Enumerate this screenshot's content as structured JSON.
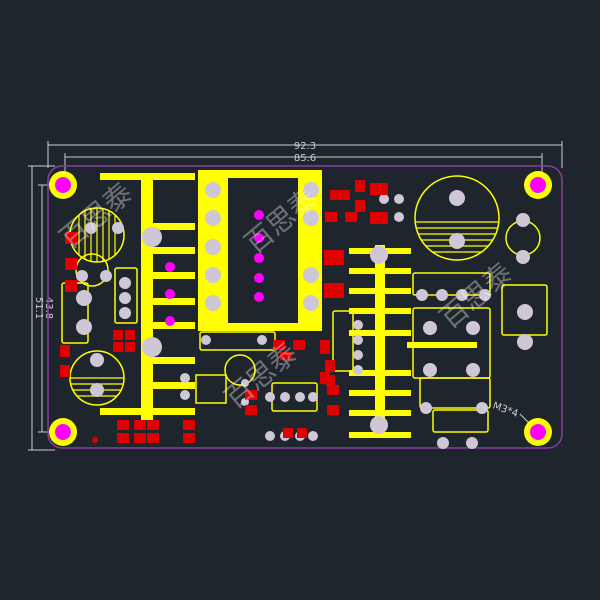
{
  "dimensions": {
    "outer_width": "92.3",
    "hole_width": "85.6",
    "outer_height": "51.1",
    "hole_height": "43.8",
    "mount_hole_label": "M3*4"
  },
  "watermark": "百思泰",
  "colors": {
    "background": "#1f252d",
    "board_outline": "#8a3f9e",
    "silkscreen": "#ffff00",
    "smd_pad": "#e00000",
    "through_hole": "#cfc6d6",
    "via": "#ff00ff"
  }
}
